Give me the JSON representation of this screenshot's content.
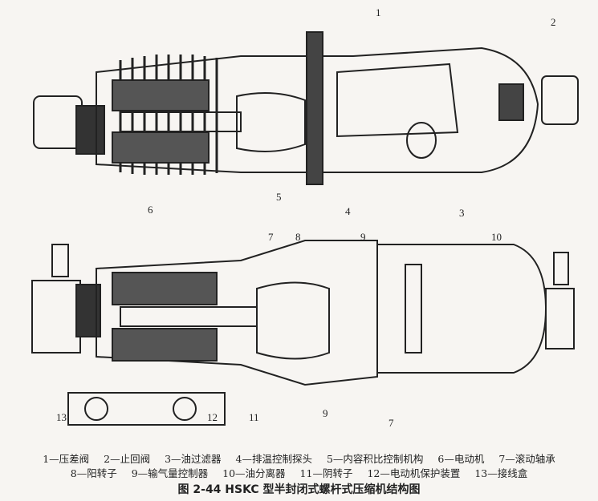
{
  "labels_top": [
    "1",
    "2",
    "3",
    "4",
    "5",
    "6"
  ],
  "labels_bottom": [
    "7",
    "8",
    "9",
    "10",
    "11",
    "12",
    "13",
    "9",
    "7"
  ],
  "legend": [
    "1—压差阀",
    "2—止回阀",
    "3—油过滤器",
    "4—排温控制探头",
    "5—内容积比控制机构",
    "6—电动机",
    "7—滚动轴承",
    "8—阳转子",
    "9—输气量控制器",
    "10—油分离器",
    "11—阴转子",
    "12—电动机保护装置",
    "13—接线盒"
  ],
  "figure_title": "图 2-44   HSKC 型半封闭式螺杆式压缩机结构图"
}
